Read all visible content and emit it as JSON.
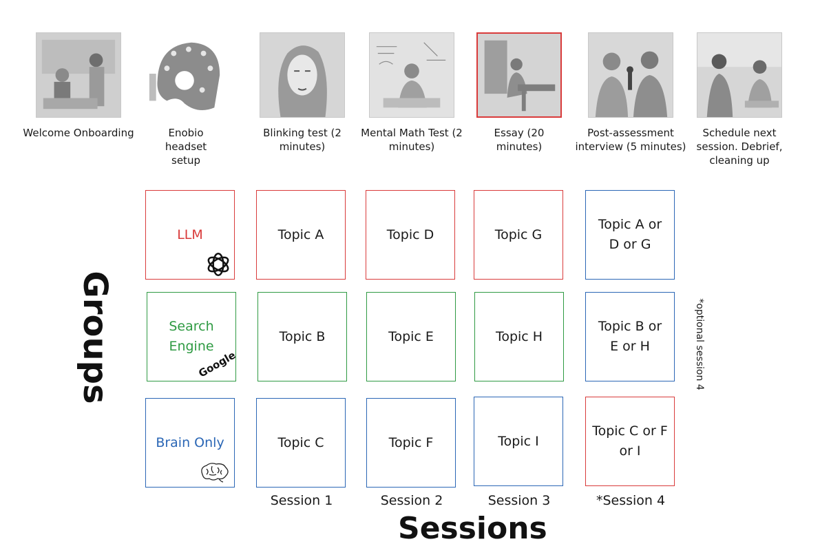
{
  "steps": [
    {
      "caption": "Welcome Onboarding",
      "icon": "onboarding-illustration"
    },
    {
      "caption": "Enobio headset setup",
      "icon": "eeg-headset-illustration"
    },
    {
      "caption": "Blinking test (2 minutes)",
      "icon": "face-illustration"
    },
    {
      "caption": "Mental Math Test (2 minutes)",
      "icon": "math-illustration"
    },
    {
      "caption": "Essay (20 minutes)",
      "icon": "essay-writing-illustration"
    },
    {
      "caption": "Post-assessment interview (5 minutes)",
      "icon": "interview-illustration"
    },
    {
      "caption": "Schedule next session. Debrief, cleaning up",
      "icon": "debrief-illustration"
    }
  ],
  "groups": [
    {
      "label": "LLM",
      "color": "#d93a3a",
      "logo": "openai-logo-icon"
    },
    {
      "label": "Search Engine",
      "color": "#2e9a42",
      "logo": "google-logo",
      "logo_text": "Google"
    },
    {
      "label": "Brain Only",
      "color": "#2a66b5",
      "logo": "brain-icon"
    }
  ],
  "grid": {
    "rows": [
      [
        "Topic A",
        "Topic D",
        "Topic G",
        "Topic A or D or G"
      ],
      [
        "Topic B",
        "Topic E",
        "Topic H",
        "Topic B or E or H"
      ],
      [
        "Topic C",
        "Topic F",
        "Topic I",
        "Topic C or F or I"
      ]
    ]
  },
  "sessions": [
    "Session 1",
    "Session 2",
    "Session 3",
    "*Session 4"
  ],
  "axis": {
    "groups_title": "Groups",
    "sessions_title": "Sessions"
  },
  "note": "*optional session 4"
}
